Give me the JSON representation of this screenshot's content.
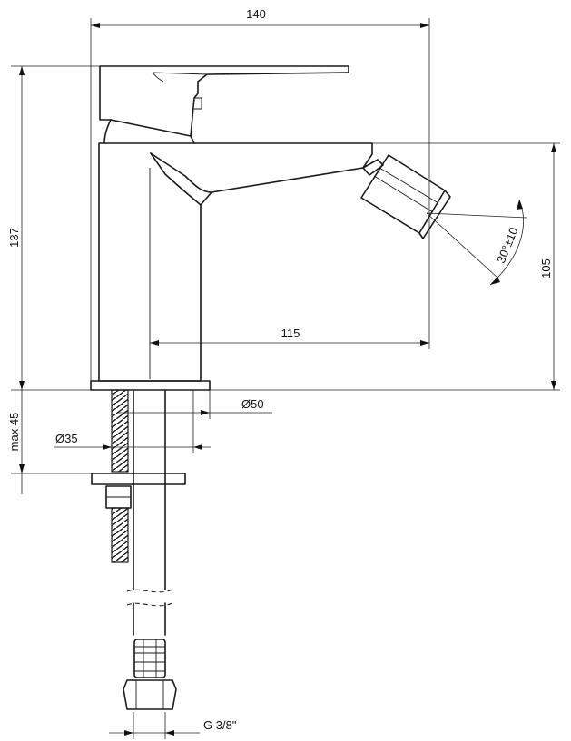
{
  "drawing": {
    "dimensions": {
      "width_total": "140",
      "height_total": "137",
      "spout_reach": "115",
      "aerator_height": "105",
      "base_diameter": "Ø50",
      "thread_diameter": "Ø35",
      "max_mount": "max 45",
      "connector": "G 3/8\"",
      "aerator_angle": "30°±10"
    }
  }
}
